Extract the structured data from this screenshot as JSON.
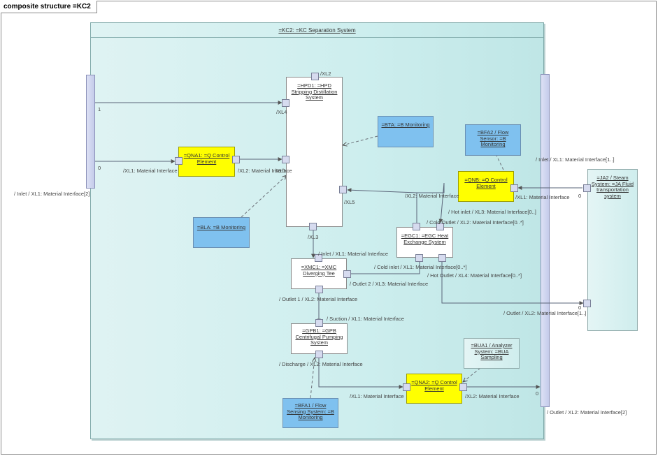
{
  "diagram": {
    "frame_title": "composite structure =KC2",
    "system_title": "=KC2: =KC Separation System",
    "parts": {
      "hpd1": "=HPD1: =HPD Stripping Distillation System",
      "qna1": "=QNA1: =Q Control Element",
      "bta": "=BTA: =B Monitoring",
      "bfa2": "=BFA2 / Flow Sensor: =B Monitoring",
      "bla": "=BLA: =B Monitoring",
      "qnb": "=QNB: =Q Control Element",
      "egc1": "=EGC1: =EGC Heat Exchange System",
      "xmc1": "=XMC1: =XMC Diverging Tee",
      "gpb1": "=GPB1: =GPB Centrifugal Pumping System",
      "bua1": "=BUA1 / Analyzer System: =BUA Sampling",
      "qna2": "=QNA2: =Q Control Element",
      "bfa1": "=BFA1 / Flow Sensing System: =B Monitoring",
      "ja2": "=JA2 / Steam System: =JA Fluid transportation system"
    },
    "labels": {
      "inlet_left": "/ Inlet / XL1: Material Interface[2]",
      "mult_1": "1",
      "mult_0_left": "0",
      "xl2_top": "/XL2",
      "xl4": "/XL4",
      "qna1_xl1": "/XL1: Material Interface",
      "qna1_xl2": "/XL2: Material Interface",
      "xl1_hpd": "/XL1",
      "xl5": "/XL5",
      "xl3_hpd": "/XL3",
      "egc_xl2": "/XL2: Material Interface",
      "qnb_xl1": "/XL1: Material Interface",
      "ja_inlet": "/ Inlet / XL1: Material Interface[1..]",
      "ja_mult_0_top": "0",
      "hot_inlet": "/ Hot inlet / XL3: Material Interface[0..]",
      "cold_outlet": "/ Cold Outlet / XL2: Material Interface[0..*]",
      "xmc_inlet": "/ Inlet / XL1: Material Interface",
      "cold_inlet": "/ Cold inlet / XL1: Material Interface[0..*]",
      "hot_outlet": "/ Hot Outlet / XL4: Material Interface[0..*]",
      "outlet2": "/ Outlet 2 / XL3: Material Interface",
      "outlet1": "/ Outlet 1 / XL2: Material Interface",
      "ja_outlet": "/ Outlet / XL2: Material Interface[1..]",
      "ja_mult_0_bot": "0",
      "suction": "/ Suction / XL1: Material Interface",
      "discharge": "/ Discharge / XL2: Material Interface",
      "qna2_xl1": "/XL1: Material Interface",
      "qna2_xl2": "/XL2: Material Interface",
      "mult_0_right": "0",
      "outlet_right": "/ Outlet / XL2: Material Interface[2]"
    }
  }
}
